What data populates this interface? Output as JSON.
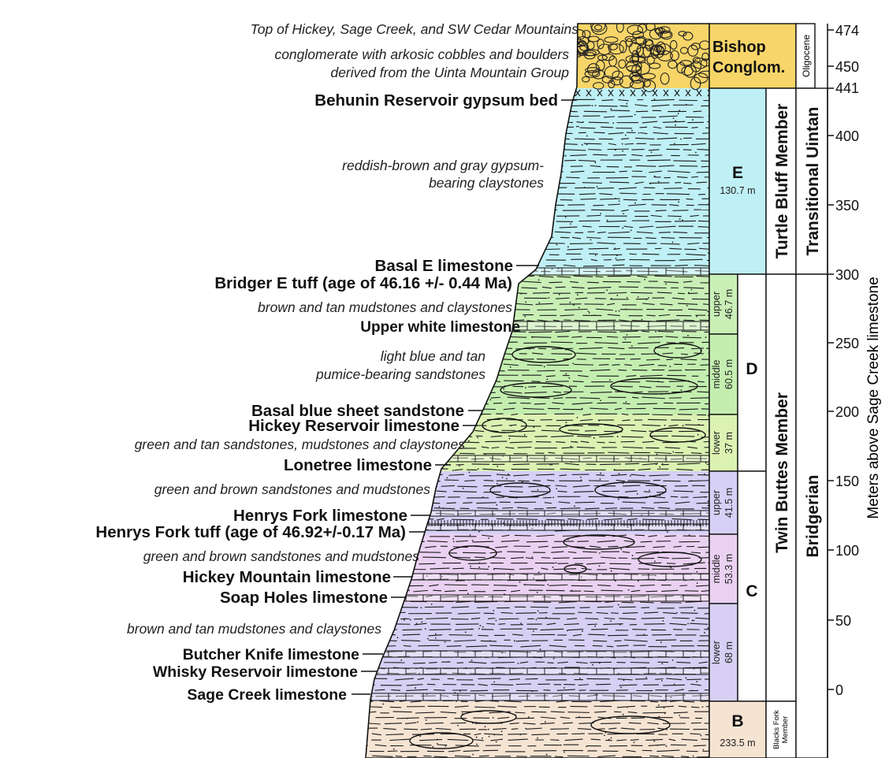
{
  "descriptions": {
    "top": "Top of Hickey, Sage Creek, and SW Cedar Mountains",
    "conglomerate_1": "conglomerate with arkosic cobbles and boulders",
    "conglomerate_2": "derived from the Uinta Mountain Group",
    "gypsum_1": "reddish-brown and gray gypsum-",
    "gypsum_2": "bearing claystones",
    "d_upper": "brown and tan mudstones and claystones",
    "d_middle_1": "light blue and tan",
    "d_middle_2": "pumice-bearing sandstones",
    "d_lower": "green and tan sandstones, mudstones and claystones",
    "c_upper": "green and brown sandstones and mudstones",
    "c_middle": "green and brown sandstones and mudstones",
    "c_lower": "brown and tan mudstones and claystones"
  },
  "markers": {
    "behunin": "Behunin Reservoir gypsum bed",
    "basal_e": "Basal E limestone",
    "bridger_e_tuff": "Bridger E tuff (age of 46.16 +/- 0.44 Ma)",
    "upper_white": "Upper white limestone",
    "basal_blue": "Basal blue sheet sandstone",
    "hickey_reservoir": "Hickey Reservoir limestone",
    "lonetree": "Lonetree limestone",
    "henrys_fork_ls": "Henrys Fork limestone",
    "henrys_fork_tuff": "Henrys Fork tuff (age of 46.92+/-0.17 Ma)",
    "hickey_mountain": "Hickey Mountain limestone",
    "soap_holes": "Soap Holes limestone",
    "butcher_knife": "Butcher Knife limestone",
    "whisky_reservoir": "Whisky Reservoir limestone",
    "sage_creek": "Sage Creek limestone"
  },
  "units": {
    "bishop_1": "Bishop",
    "bishop_2": "Conglom.",
    "e_label": "E",
    "e_thickness": "130.7 m",
    "d_label": "D",
    "c_label": "C",
    "b_label": "B",
    "b_thickness": "233.5 m",
    "d_upper_1": "upper",
    "d_upper_2": "46.7 m",
    "d_middle_1": "middle",
    "d_middle_2": "60.5 m",
    "d_lower_1": "lower",
    "d_lower_2": "37 m",
    "c_upper_1": "upper",
    "c_upper_2": "41.5 m",
    "c_middle_1": "middle",
    "c_middle_2": "53.3 m",
    "c_lower_1": "lower",
    "c_lower_2": "68 m"
  },
  "members": {
    "turtle_bluff": "Turtle Bluff Member",
    "twin_buttes": "Twin Buttes Member",
    "blacks_fork_1": "Blacks Fork",
    "blacks_fork_2": "Member"
  },
  "ages": {
    "oligocene": "Oligocene",
    "transitional_uintan": "Transitional Uintan",
    "bridgerian": "Bridgerian"
  },
  "axis": {
    "label": "Meters   above   Sage   Creek   limestone",
    "ticks": [
      "474",
      "450",
      "441",
      "400",
      "350",
      "300",
      "250",
      "200",
      "150",
      "100",
      "50",
      "0"
    ]
  },
  "colors": {
    "bishop": "#f7d568",
    "unit_e": "#bff0f5",
    "unit_d_upper": "#c9efb6",
    "unit_d_middle": "#c4eeb0",
    "unit_d_lower": "#dbf2b3",
    "unit_c_upper": "#d6d0f6",
    "unit_c_middle": "#ead1f2",
    "unit_c_lower": "#d7d0f4",
    "unit_b": "#f6e4d3"
  }
}
